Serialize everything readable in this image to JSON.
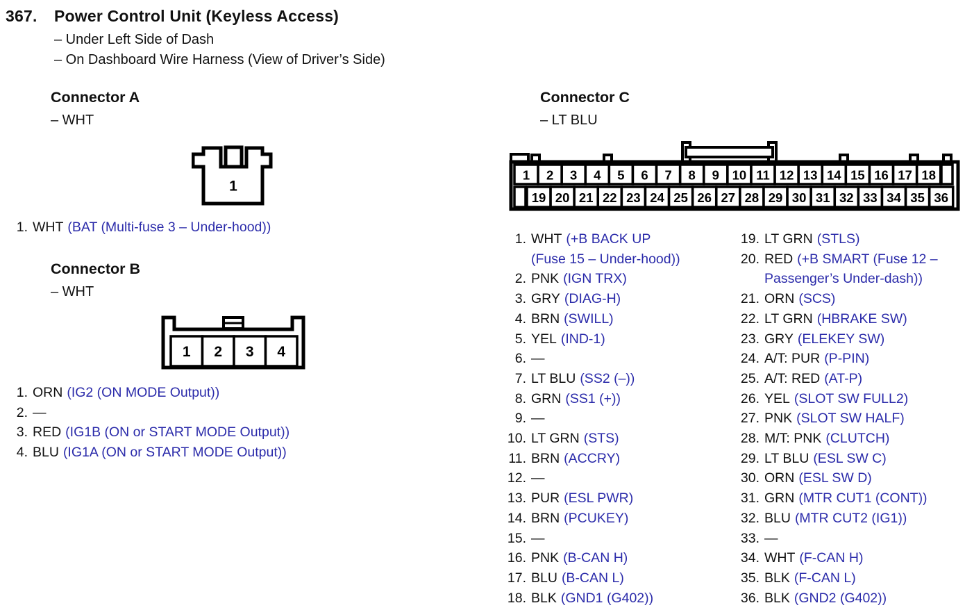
{
  "page": {
    "number": "367.",
    "title": "Power Control Unit (Keyless Access)",
    "location_lines": [
      "– Under Left Side of Dash",
      "– On Dashboard Wire Harness (View of Driver’s Side)"
    ]
  },
  "colors": {
    "link_blue": "#2b2baa",
    "ink": "#111111"
  },
  "connector_a": {
    "heading": "Connector A",
    "color_line": "– WHT",
    "cavity_numbers": [
      "1"
    ],
    "pins": [
      {
        "num": "1.",
        "wire": "WHT",
        "func": "(BAT (Multi-fuse 3 – Under-hood))"
      }
    ]
  },
  "connector_b": {
    "heading": "Connector B",
    "color_line": "– WHT",
    "cavity_numbers": [
      "1",
      "2",
      "3",
      "4"
    ],
    "pins": [
      {
        "num": "1.",
        "wire": "ORN",
        "func": "(IG2 (ON MODE Output))"
      },
      {
        "num": "2.",
        "wire": "—",
        "func": ""
      },
      {
        "num": "3.",
        "wire": "RED",
        "func": "(IG1B (ON or START MODE Output))"
      },
      {
        "num": "4.",
        "wire": "BLU",
        "func": "(IG1A (ON or START MODE Output))"
      }
    ]
  },
  "connector_c": {
    "heading": "Connector C",
    "color_line": "– LT BLU",
    "top_row": [
      "1",
      "2",
      "3",
      "4",
      "5",
      "6",
      "7",
      "8",
      "9",
      "10",
      "11",
      "12",
      "13",
      "14",
      "15",
      "16",
      "17",
      "18"
    ],
    "bottom_row": [
      "19",
      "20",
      "21",
      "22",
      "23",
      "24",
      "25",
      "26",
      "27",
      "28",
      "29",
      "30",
      "31",
      "32",
      "33",
      "34",
      "35",
      "36"
    ],
    "pins_left": [
      {
        "num": "1.",
        "wire": "WHT",
        "func": "(+B BACK UP\n(Fuse 15 – Under-hood))"
      },
      {
        "num": "2.",
        "wire": "PNK",
        "func": "(IGN TRX)"
      },
      {
        "num": "3.",
        "wire": "GRY",
        "func": "(DIAG-H)"
      },
      {
        "num": "4.",
        "wire": "BRN",
        "func": "(SWILL)"
      },
      {
        "num": "5.",
        "wire": "YEL",
        "func": "(IND-1)"
      },
      {
        "num": "6.",
        "wire": "—",
        "func": ""
      },
      {
        "num": "7.",
        "wire": "LT BLU",
        "func": "(SS2 (–))"
      },
      {
        "num": "8.",
        "wire": "GRN",
        "func": "(SS1 (+))"
      },
      {
        "num": "9.",
        "wire": "—",
        "func": ""
      },
      {
        "num": "10.",
        "wire": "LT GRN",
        "func": "(STS)"
      },
      {
        "num": "11.",
        "wire": "BRN",
        "func": "(ACCRY)"
      },
      {
        "num": "12.",
        "wire": "—",
        "func": ""
      },
      {
        "num": "13.",
        "wire": "PUR",
        "func": "(ESL PWR)"
      },
      {
        "num": "14.",
        "wire": "BRN",
        "func": "(PCUKEY)"
      },
      {
        "num": "15.",
        "wire": "—",
        "func": ""
      },
      {
        "num": "16.",
        "wire": "PNK",
        "func": "(B-CAN H)"
      },
      {
        "num": "17.",
        "wire": "BLU",
        "func": "(B-CAN L)"
      },
      {
        "num": "18.",
        "wire": "BLK",
        "func": "(GND1 (G402))"
      }
    ],
    "pins_right": [
      {
        "num": "19.",
        "wire": "LT GRN",
        "func": "(STLS)"
      },
      {
        "num": "20.",
        "wire": "RED",
        "func": "(+B SMART (Fuse 12 –\nPassenger’s Under-dash))"
      },
      {
        "num": "21.",
        "wire": "ORN",
        "func": "(SCS)"
      },
      {
        "num": "22.",
        "wire": "LT GRN",
        "func": "(HBRAKE SW)"
      },
      {
        "num": "23.",
        "wire": "GRY",
        "func": "(ELEKEY SW)"
      },
      {
        "num": "24.",
        "wire": "A/T: PUR",
        "func": "(P-PIN)"
      },
      {
        "num": "25.",
        "wire": "A/T: RED",
        "func": "(AT-P)"
      },
      {
        "num": "26.",
        "wire": "YEL",
        "func": "(SLOT SW FULL2)"
      },
      {
        "num": "27.",
        "wire": "PNK",
        "func": "(SLOT SW HALF)"
      },
      {
        "num": "28.",
        "wire": "M/T: PNK",
        "func": "(CLUTCH)"
      },
      {
        "num": "29.",
        "wire": "LT BLU",
        "func": "(ESL SW C)"
      },
      {
        "num": "30.",
        "wire": "ORN",
        "func": "(ESL SW D)"
      },
      {
        "num": "31.",
        "wire": "GRN",
        "func": "(MTR CUT1 (CONT))"
      },
      {
        "num": "32.",
        "wire": "BLU",
        "func": "(MTR CUT2 (IG1))"
      },
      {
        "num": "33.",
        "wire": "—",
        "func": ""
      },
      {
        "num": "34.",
        "wire": "WHT",
        "func": "(F-CAN H)"
      },
      {
        "num": "35.",
        "wire": "BLK",
        "func": "(F-CAN L)"
      },
      {
        "num": "36.",
        "wire": "BLK",
        "func": "(GND2 (G402))"
      }
    ]
  }
}
